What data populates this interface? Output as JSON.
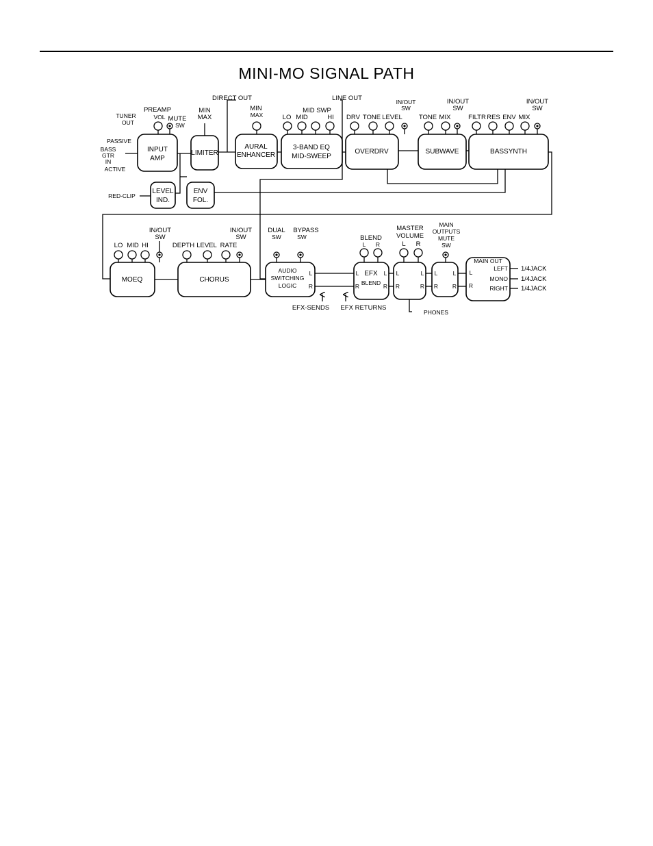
{
  "title": "MINI-MO SIGNAL PATH",
  "blocks": {
    "input_amp": [
      "INPUT",
      "AMP"
    ],
    "limiter": "LIMITER",
    "aural": [
      "AURAL",
      "ENHANCER"
    ],
    "eq3": [
      "3-BAND EQ",
      "MID-SWEEP"
    ],
    "overdrv": "OVERDRV",
    "subwave": "SUBWAVE",
    "bassynth": "BASSYNTH",
    "level_ind": [
      "LEVEL",
      "IND."
    ],
    "env_fol": [
      "ENV",
      "FOL."
    ],
    "moeq": "MOEQ",
    "chorus": "CHORUS",
    "audio_switch": [
      "AUDIO",
      "SWITCHING",
      "LOGIC"
    ],
    "efx_blend": [
      "EFX",
      "BLEND"
    ],
    "main_out": "MAIN OUT"
  },
  "labels": {
    "tuner": [
      "TUNER",
      "OUT"
    ],
    "preamp": [
      "PREAMP",
      "VOL"
    ],
    "mute": [
      "MUTE",
      "SW"
    ],
    "passive": "PASSIVE",
    "bass_gtr_in": [
      "BASS",
      "GTR",
      "IN"
    ],
    "active": "ACTIVE",
    "min_max_1": [
      "MIN",
      "MAX"
    ],
    "direct_out": "DIRECT OUT",
    "min_max_2": [
      "MIN",
      "MAX"
    ],
    "eq_knobs": [
      "LO",
      "MID",
      "MID SWP",
      "HI"
    ],
    "line_out": "LINE OUT",
    "overdrv_knobs": [
      "DRV",
      "TONE",
      "LEVEL"
    ],
    "inout": [
      "IN/OUT",
      "SW"
    ],
    "subwave_knobs": [
      "TONE",
      "MIX"
    ],
    "bassynth_knobs": [
      "FILTR",
      "RES",
      "ENV",
      "MIX"
    ],
    "red_clip": "RED-CLIP",
    "moeq_knobs": [
      "LO",
      "MID",
      "HI"
    ],
    "chorus_knobs": [
      "DEPTH",
      "LEVEL",
      "RATE"
    ],
    "dual": [
      "DUAL",
      "SW"
    ],
    "bypass": [
      "BYPASS",
      "SW"
    ],
    "blend": "BLEND",
    "master": [
      "MASTER",
      "VOLUME"
    ],
    "main_outputs": [
      "MAIN",
      "OUTPUTS",
      "MUTE",
      "SW"
    ],
    "left": "LEFT",
    "mono": "MONO",
    "right": "RIGHT",
    "jack": "1/4JACK",
    "efx_sends": "EFX-SENDS",
    "efx_returns": "EFX RETURNS",
    "phones": "PHONES",
    "L": "L",
    "R": "R"
  }
}
